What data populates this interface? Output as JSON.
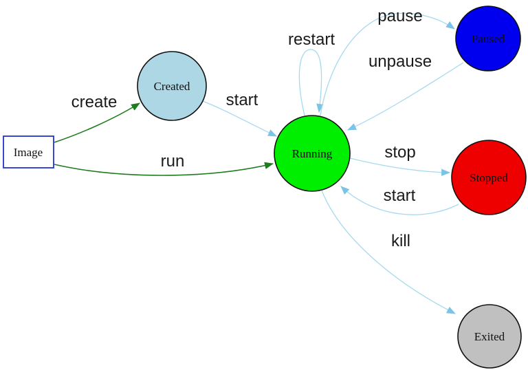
{
  "diagram": {
    "description": "Container lifecycle state diagram",
    "colors": {
      "background": "#ffffff",
      "edge_green": "#1e7b1e",
      "edge_blue": "#a5d9f0",
      "edge_blue_head": "#7cc4e6",
      "image_border": "#2233cc"
    },
    "nodes": [
      {
        "id": "image",
        "label": "Image",
        "shape": "rectangle",
        "fill": "#ffffff"
      },
      {
        "id": "created",
        "label": "Created",
        "shape": "circle",
        "fill": "#aed7e6"
      },
      {
        "id": "running",
        "label": "Running",
        "shape": "circle",
        "fill": "#00ee00"
      },
      {
        "id": "paused",
        "label": "Paused",
        "shape": "circle",
        "fill": "#0000ee"
      },
      {
        "id": "stopped",
        "label": "Stopped",
        "shape": "circle",
        "fill": "#ee0000"
      },
      {
        "id": "exited",
        "label": "Exited",
        "shape": "circle",
        "fill": "#c0c0c0"
      }
    ],
    "edges": [
      {
        "from": "image",
        "to": "created",
        "label": "create",
        "color": "#1e7b1e"
      },
      {
        "from": "image",
        "to": "running",
        "label": "run",
        "color": "#1e7b1e"
      },
      {
        "from": "created",
        "to": "running",
        "label": "start",
        "color": "#a5d9f0"
      },
      {
        "from": "running",
        "to": "running",
        "label": "restart",
        "color": "#a5d9f0"
      },
      {
        "from": "running",
        "to": "paused",
        "label": "pause",
        "color": "#a5d9f0"
      },
      {
        "from": "paused",
        "to": "running",
        "label": "unpause",
        "color": "#a5d9f0"
      },
      {
        "from": "running",
        "to": "stopped",
        "label": "stop",
        "color": "#a5d9f0"
      },
      {
        "from": "stopped",
        "to": "running",
        "label": "start",
        "color": "#a5d9f0"
      },
      {
        "from": "running",
        "to": "exited",
        "label": "kill",
        "color": "#a5d9f0"
      }
    ]
  }
}
